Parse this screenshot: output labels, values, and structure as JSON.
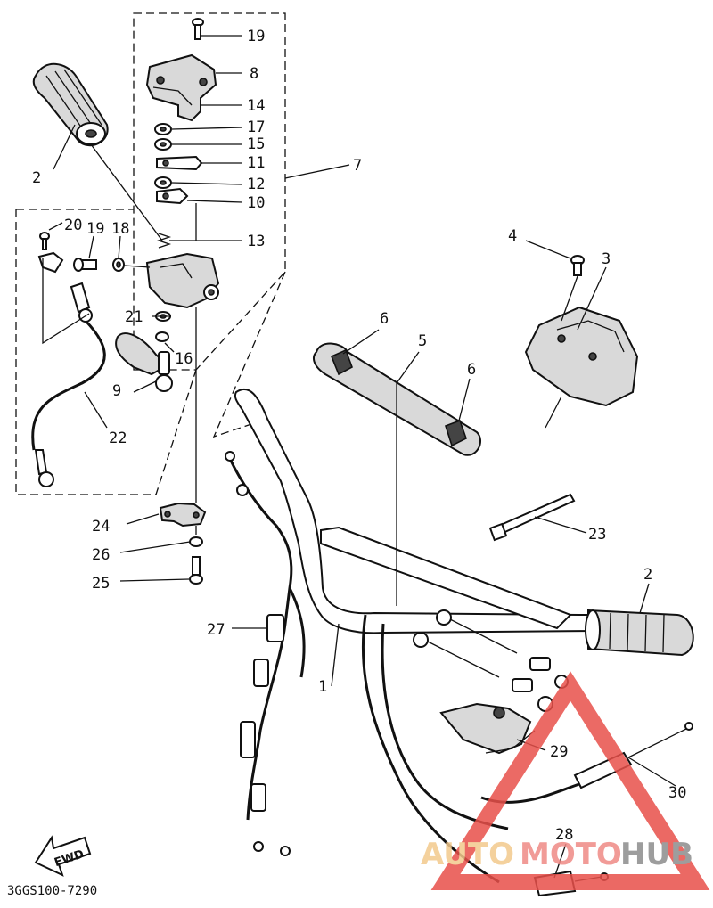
{
  "diagram_code": "3GGS100-7290",
  "fwd_label": "FWD",
  "watermark": {
    "part1": "AUTO",
    "part2": "MOTO",
    "part3": "HUB"
  },
  "callouts": {
    "c1": "1",
    "c2a": "2",
    "c2b": "2",
    "c3": "3",
    "c4": "4",
    "c5": "5",
    "c6a": "6",
    "c6b": "6",
    "c7": "7",
    "c8": "8",
    "c9": "9",
    "c10": "10",
    "c11": "11",
    "c12": "12",
    "c13": "13",
    "c14": "14",
    "c15": "15",
    "c16": "16",
    "c17": "17",
    "c18": "18",
    "c19a": "19",
    "c19b": "19",
    "c20": "20",
    "c21": "21",
    "c22": "22",
    "c23": "23",
    "c24": "24",
    "c25": "25",
    "c26": "26",
    "c27": "27",
    "c28": "28",
    "c29": "29",
    "c30": "30"
  },
  "colors": {
    "line": "#111111",
    "watermark_red": "#e8504a",
    "watermark_orange": "#f3c98d"
  }
}
